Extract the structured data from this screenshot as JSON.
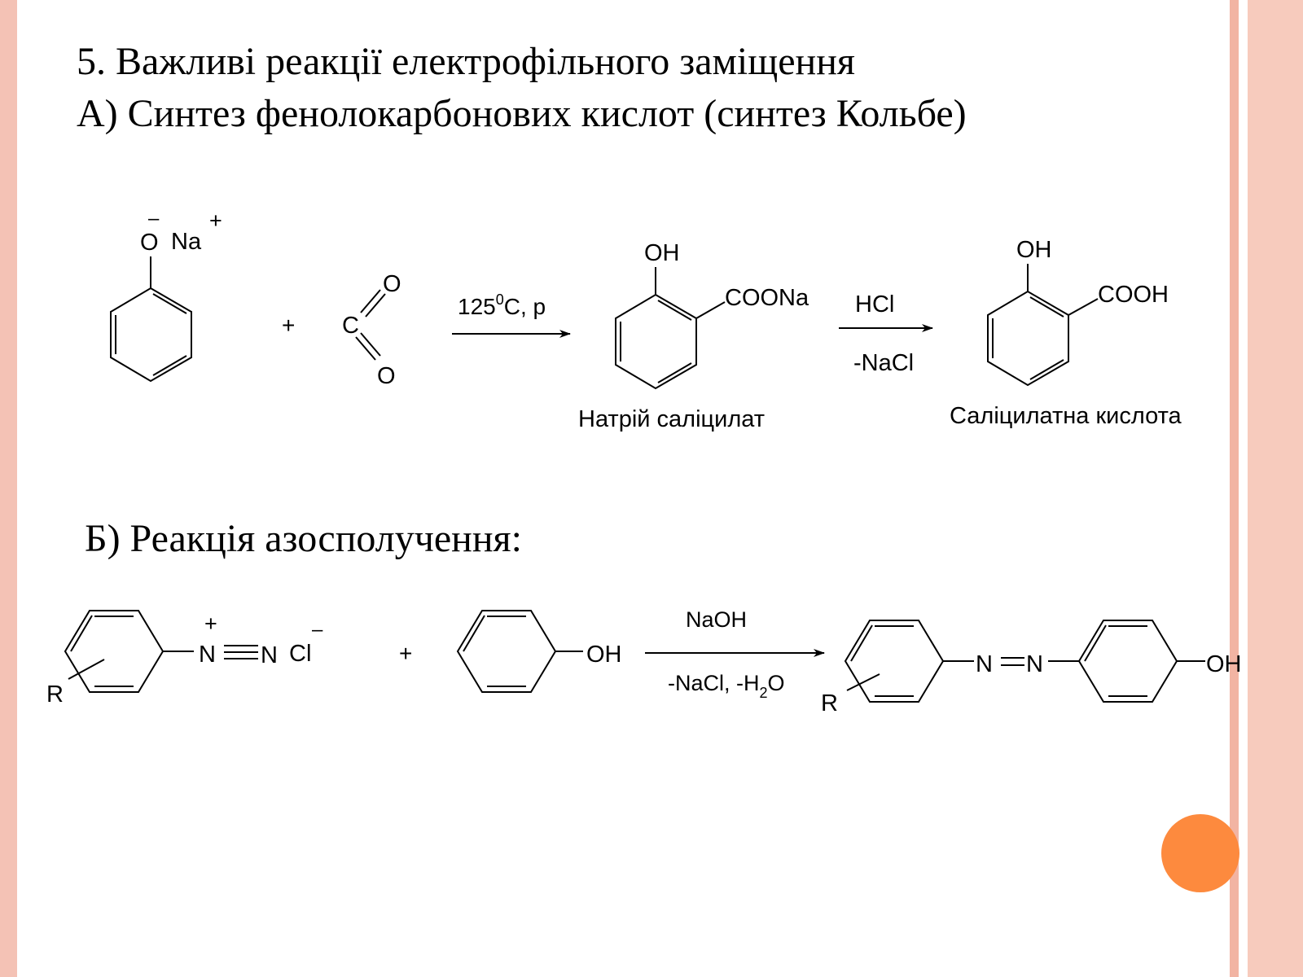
{
  "colors": {
    "left_stripe": "#f4c2b5",
    "right_stripe_1": "#f7cbbd",
    "right_stripe_2": "#f2b4a3",
    "accent_circle": "#fd8a3e"
  },
  "title": {
    "line1": "5. Важливі реакції електрофільного заміщення",
    "line2": "А) Синтез фенолокарбонових кислот (синтез Кольбе)"
  },
  "kolbe": {
    "phenoxide_o": "O",
    "phenoxide_charge": "–",
    "na": "Na",
    "na_charge": "+",
    "plus": "+",
    "co2_c": "C",
    "co2_o1": "O",
    "co2_o2": "O",
    "cond1_main": "125",
    "cond1_sup": "0",
    "cond1_rest": "C, p",
    "oh1": "OH",
    "coona": "COONa",
    "product1_name": "Натрій саліцилат",
    "cond2_top": "HCl",
    "cond2_bottom": "-NaCl",
    "oh2": "OH",
    "cooh": "COOH",
    "product2_name": "Саліцилатна кислота"
  },
  "azo": {
    "subtitle": "Б) Реакція азосполучення:",
    "r1": "R",
    "n_plus": "+",
    "n1": "N",
    "n2": "N",
    "cl": "Cl",
    "cl_charge": "–",
    "plus": "+",
    "phenol_oh": "OH",
    "cond_top": "NaOH",
    "cond_bottom_a": "-NaCl, -H",
    "cond_bottom_sub": "2",
    "cond_bottom_b": "O",
    "r2": "R",
    "azo_n1": "N",
    "azo_n2": "N",
    "product_oh": "OH"
  }
}
